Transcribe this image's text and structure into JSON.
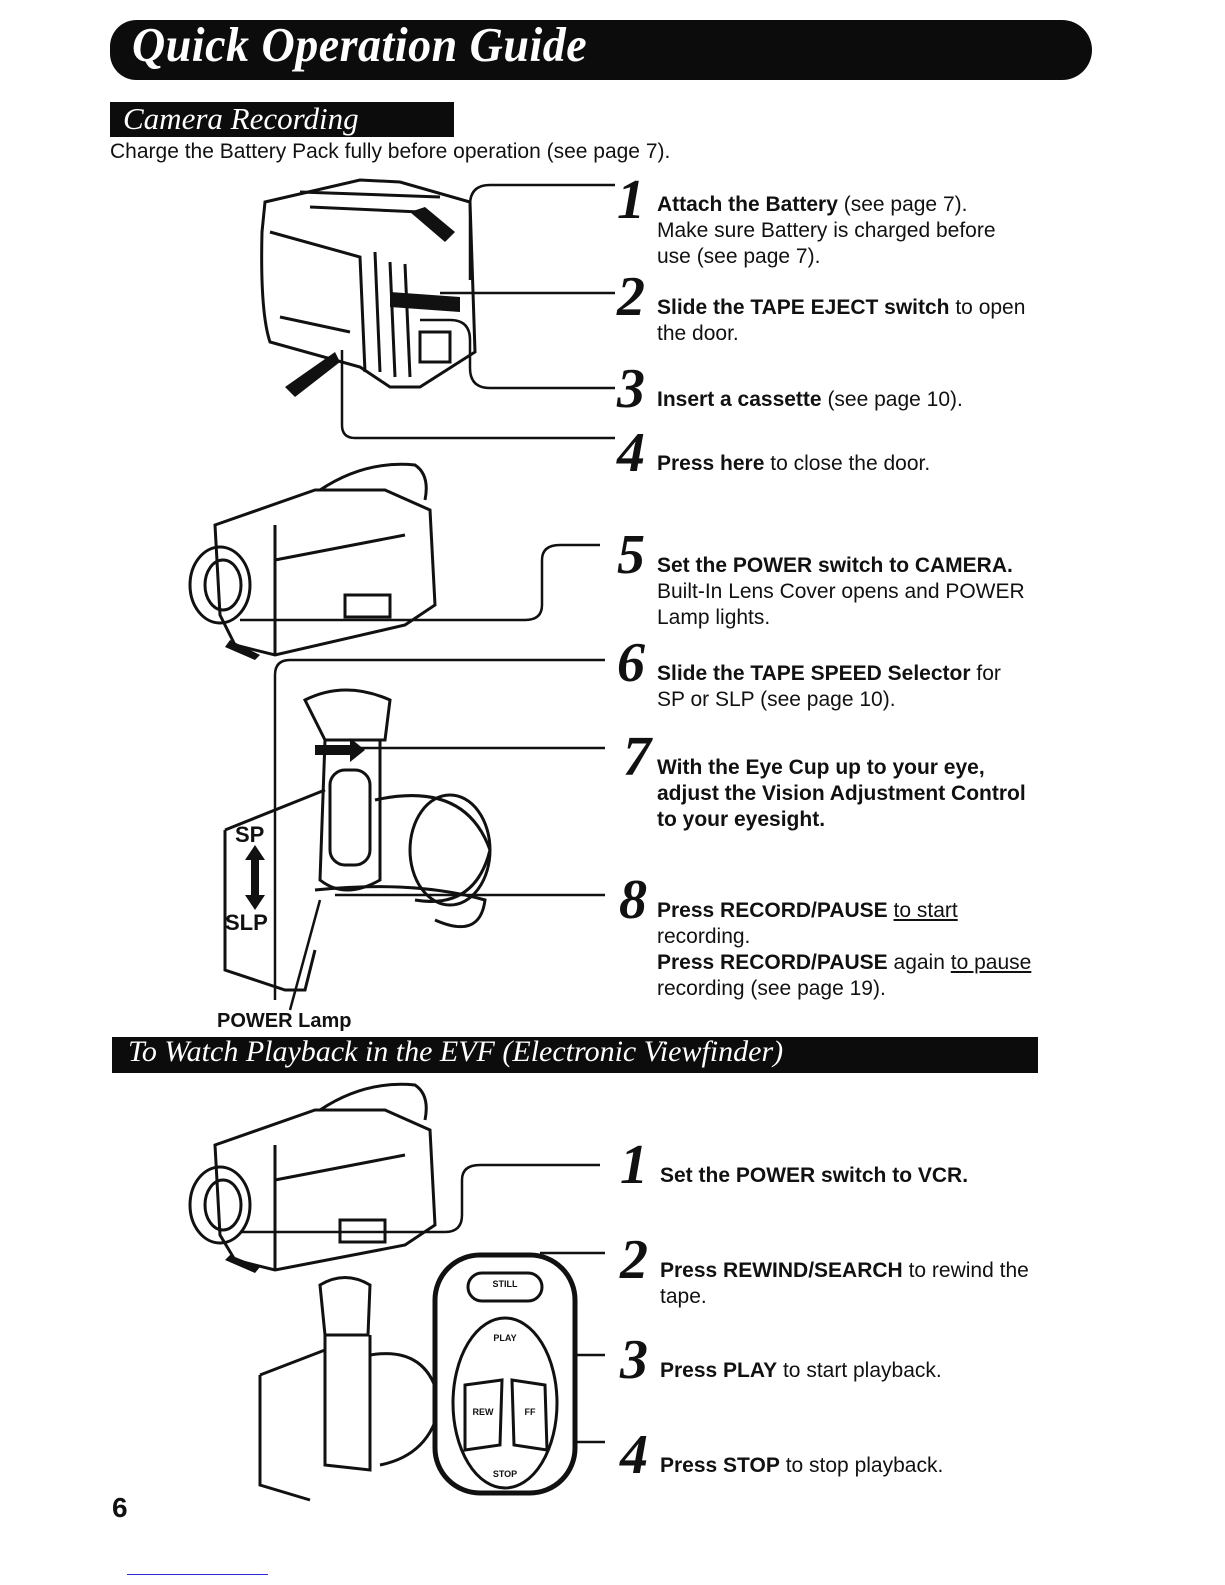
{
  "header": {
    "title": "Quick Operation Guide"
  },
  "camera_recording": {
    "section_title": "Camera Recording",
    "intro": "Charge the Battery Pack fully before operation (see page 7).",
    "steps": [
      {
        "num": "1",
        "bold": "Attach the Battery",
        "rest": " (see page 7).",
        "line2": "Make sure Battery is charged before",
        "line3": "use (see page 7)."
      },
      {
        "num": "2",
        "bold": "Slide the TAPE EJECT switch",
        "rest": " to open",
        "line2": "the door."
      },
      {
        "num": "3",
        "bold": "Insert a cassette",
        "rest": " (see page 10)."
      },
      {
        "num": "4",
        "bold": "Press here",
        "rest": " to close the door."
      },
      {
        "num": "5",
        "bold": "Set the POWER switch to CAMERA.",
        "line2": "Built-In Lens Cover opens and POWER",
        "line3": "Lamp lights."
      },
      {
        "num": "6",
        "bold": "Slide the TAPE SPEED Selector",
        "rest": " for",
        "line2": "SP or SLP (see page 10)."
      },
      {
        "num": "7",
        "bold": "With the Eye Cup up to your eye,",
        "line2": "adjust the Vision Adjustment Control",
        "line3": "to your eyesight."
      },
      {
        "num": "8",
        "bold": "Press RECORD/PAUSE",
        "underline1": "to start",
        "line2": "recording.",
        "bold2": "Press RECORD/PAUSE",
        "rest2": " again ",
        "underline2": "to pause",
        "line4": "recording (see page 19)."
      }
    ],
    "illustration_labels": {
      "sp": "SP",
      "slp": "SLP",
      "power_lamp": "POWER Lamp"
    }
  },
  "playback": {
    "section_title": "To Watch Playback in the EVF (Electronic Viewfinder)",
    "steps": [
      {
        "num": "1",
        "bold": "Set the POWER switch to VCR."
      },
      {
        "num": "2",
        "bold": "Press REWIND/SEARCH",
        "rest": " to rewind the",
        "line2": "tape."
      },
      {
        "num": "3",
        "bold": "Press PLAY",
        "rest": " to start playback."
      },
      {
        "num": "4",
        "bold": "Press STOP",
        "rest": " to stop playback."
      }
    ],
    "button_panel": {
      "still": "STILL",
      "play": "PLAY",
      "rew": "REW",
      "ff": "FF",
      "stop": "STOP"
    }
  },
  "footer": {
    "page_number": "6"
  }
}
